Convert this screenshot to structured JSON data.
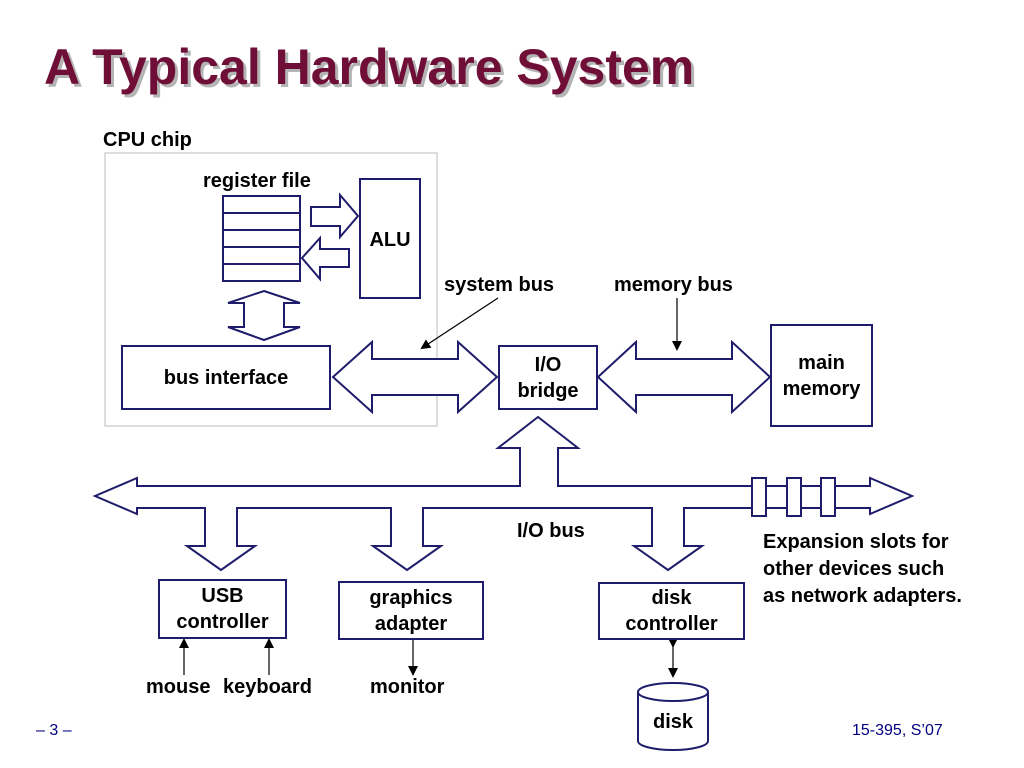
{
  "title": "A Typical Hardware System",
  "colors": {
    "title": "#6f0f37",
    "line": "#1f1d6b",
    "footer": "#000080",
    "chip_border": "#bdbdbd"
  },
  "cpu": {
    "chip_label": "CPU chip",
    "register_file_label": "register file",
    "alu_label": "ALU",
    "bus_interface_label": "bus interface"
  },
  "buses": {
    "system_bus_label": "system bus",
    "memory_bus_label": "memory bus",
    "io_bus_label": "I/O bus"
  },
  "io_bridge": {
    "line1": "I/O",
    "line2": "bridge"
  },
  "main_memory": {
    "line1": "main",
    "line2": "memory"
  },
  "controllers": {
    "usb": {
      "line1": "USB",
      "line2": "controller"
    },
    "graphics": {
      "line1": "graphics",
      "line2": "adapter"
    },
    "disk": {
      "line1": "disk",
      "line2": "controller"
    }
  },
  "devices": {
    "mouse": "mouse",
    "keyboard": "keyboard",
    "monitor": "monitor",
    "disk": "disk"
  },
  "expansion_note": {
    "line1": "Expansion slots for",
    "line2": "other devices such",
    "line3": "as network adapters."
  },
  "footer": {
    "page": "– 3 –",
    "course": "15-395, S’07"
  }
}
